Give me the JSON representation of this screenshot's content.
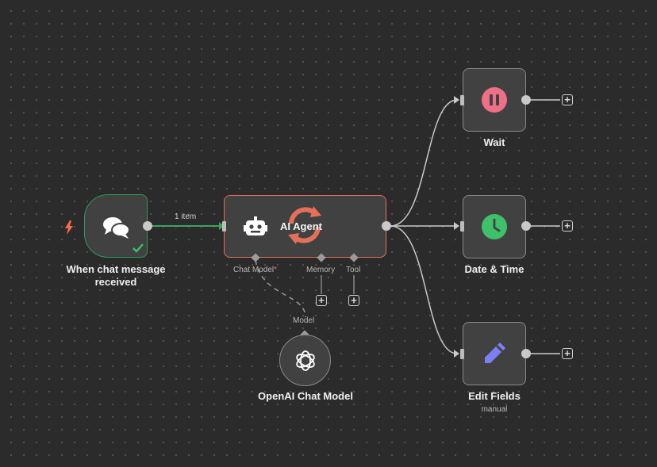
{
  "canvas": {
    "edge_label": "1 item"
  },
  "nodes": {
    "trigger": {
      "label": "When chat message received",
      "icon": "chat-bubbles-icon",
      "status": "success"
    },
    "agent": {
      "label": "AI Agent",
      "icon": "robot-icon",
      "inputs": {
        "chat_model": "Chat Model",
        "chat_model_required": "*",
        "memory": "Memory",
        "tool": "Tool"
      }
    },
    "openai": {
      "label": "OpenAI Chat Model",
      "input_label": "Model",
      "icon": "openai-icon"
    },
    "wait": {
      "label": "Wait",
      "icon": "pause-icon",
      "color": "#ef6f86"
    },
    "datetime": {
      "label": "Date & Time",
      "icon": "clock-icon",
      "color": "#3fc06a"
    },
    "edit": {
      "label": "Edit Fields",
      "sublabel": "manual",
      "icon": "pencil-icon",
      "color": "#7d7ff5"
    }
  },
  "colors": {
    "trigger_border": "#2c9a5c",
    "agent_border": "#e5705a",
    "success_edge": "#3fa35f"
  }
}
